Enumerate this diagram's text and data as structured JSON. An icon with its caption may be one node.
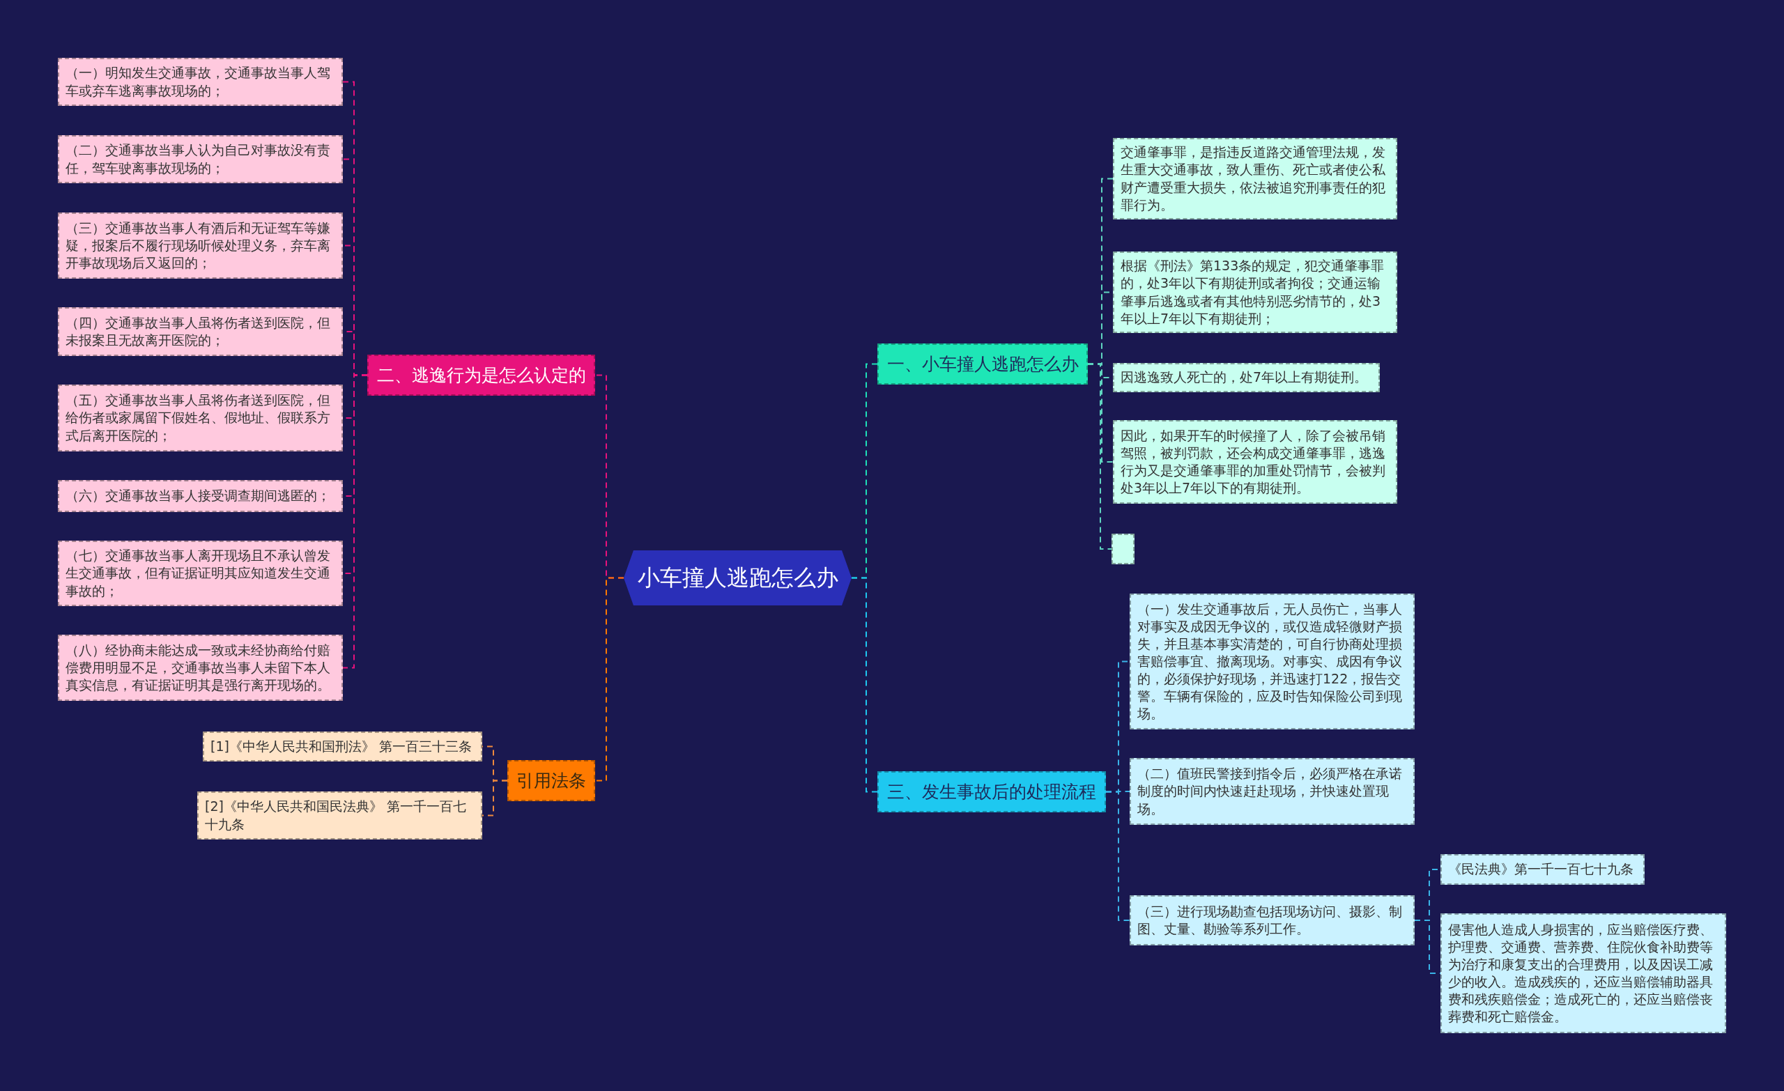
{
  "diagram": {
    "nodes": [
      {
        "text": [
          "小车撞人逃跑怎么办"
        ]
      },
      {
        "text": [
          "二、逃逸行为是怎么认定的"
        ]
      },
      {
        "text": [
          "（一）明知发生交通事故，交通事故当事人驾车或弃车逃离事故现场的；"
        ]
      },
      {
        "text": [
          "（二）交通事故当事人认为自己对事故没有责任，驾车驶离事故现场的；"
        ]
      },
      {
        "text": [
          "（三）交通事故当事人有酒后和无证驾车等嫌疑，报案后不履行现场听候处理义务，弃车离开事故现场后又返回的；"
        ]
      },
      {
        "text": [
          "（四）交通事故当事人虽将伤者送到医院，但未报案且无故离开医院的；"
        ]
      },
      {
        "text": [
          "（五）交通事故当事人虽将伤者送到医院，但给伤者或家属留下假姓名、假地址、假联系方式后离开医院的；"
        ]
      },
      {
        "text": [
          "（六）交通事故当事人接受调查期间逃匿的；"
        ]
      },
      {
        "text": [
          "（七）交通事故当事人离开现场且不承认曾发生交通事故，但有证据证明其应知道发生交通事故的；"
        ]
      },
      {
        "text": [
          "（八）经协商未能达成一致或未经协商给付赔偿费用明显不足，交通事故当事人未留下本人真实信息，有证据证明其是强行离开现场的。"
        ]
      },
      {
        "text": [
          "引用法条"
        ]
      },
      {
        "text": [
          "[1]《中华人民共和国刑法》 第一百三十三条"
        ]
      },
      {
        "text": [
          "[2]《中华人民共和国民法典》 第一千一百七十九条"
        ]
      },
      {
        "text": [
          "一、小车撞人逃跑怎么办"
        ]
      },
      {
        "text": [
          "交通肇事罪，是指违反道路交通管理法规，发生重大交通事故，致人重伤、死亡或者使公私财产遭受重大损失，依法被追究刑事责任的犯罪行为。"
        ]
      },
      {
        "text": [
          "根据《刑法》第133条的规定，犯交通肇事罪的，处3年以下有期徒刑或者拘役；交通运输肇事后逃逸或者有其他特别恶劣情节的，处3年以上7年以下有期徒刑；"
        ]
      },
      {
        "text": [
          "因逃逸致人死亡的，处7年以上有期徒刑。"
        ]
      },
      {
        "text": [
          "因此，如果开车的时候撞了人，除了会被吊销驾照，被判罚款，还会构成交通肇事罪，逃逸行为又是交通肇事罪的加重处罚情节，会被判处3年以上7年以下的有期徒刑。"
        ]
      },
      {
        "text": [],
        "shape": "box"
      },
      {
        "text": [
          "三、发生事故后的处理流程"
        ]
      },
      {
        "text": [
          "（一）发生交通事故后，无人员伤亡，当事人对事实及成因无争议的，或仅造成轻微财产损失，并且基本事实清楚的，可自行协商处理损害赔偿事宜、撤离现场。对事实、成因有争议的，必须保护好现场，并迅速打122，报告交警。车辆有保险的，应及时告知保险公司到现场。"
        ]
      },
      {
        "text": [
          "（二）值班民警接到指令后，必须严格在承诺制度的时间内快速赶赴现场，并快速处置现场。"
        ]
      },
      {
        "text": [
          "（三）进行现场勘查包括现场访问、摄影、制图、丈量、勘验等系列工作。"
        ]
      },
      {
        "text": [
          "《民法典》第一千一百七十九条"
        ]
      },
      {
        "text": [
          "侵害他人造成人身损害的，应当赔偿医疗费、护理费、交通费、营养费、住院伙食补助费等为治疗和康复支出的合理费用，以及因误工减少的收入。造成残疾的，还应当赔偿辅助器具费和残疾赔偿金；造成死亡的，还应当赔偿丧葬费和死亡赔偿金。"
        ]
      }
    ],
    "edges": [
      {
        "from": 0,
        "to": 1,
        "arrow": "none",
        "style": "dashed",
        "color": "#e8127c"
      },
      {
        "from": 1,
        "to": 2,
        "arrow": "none",
        "style": "dashed",
        "color": "#e8127c"
      },
      {
        "from": 1,
        "to": 3,
        "arrow": "none",
        "style": "dashed",
        "color": "#e8127c"
      },
      {
        "from": 1,
        "to": 4,
        "arrow": "none",
        "style": "dashed",
        "color": "#e8127c"
      },
      {
        "from": 1,
        "to": 5,
        "arrow": "none",
        "style": "dashed",
        "color": "#e8127c"
      },
      {
        "from": 1,
        "to": 6,
        "arrow": "none",
        "style": "dashed",
        "color": "#e8127c"
      },
      {
        "from": 1,
        "to": 7,
        "arrow": "none",
        "style": "dashed",
        "color": "#e8127c"
      },
      {
        "from": 1,
        "to": 8,
        "arrow": "none",
        "style": "dashed",
        "color": "#e8127c"
      },
      {
        "from": 1,
        "to": 9,
        "arrow": "none",
        "style": "dashed",
        "color": "#e8127c"
      },
      {
        "from": 0,
        "to": 10,
        "arrow": "none",
        "style": "dashed",
        "color": "#ff7a00"
      },
      {
        "from": 10,
        "to": 11,
        "arrow": "none",
        "style": "dashed",
        "color": "#f08a3c"
      },
      {
        "from": 10,
        "to": 12,
        "arrow": "none",
        "style": "dashed",
        "color": "#f08a3c"
      },
      {
        "from": 0,
        "to": 13,
        "arrow": "none",
        "style": "dashed",
        "color": "#1ee0b8"
      },
      {
        "from": 13,
        "to": 14,
        "arrow": "none",
        "style": "dashed",
        "color": "#5fd6c0"
      },
      {
        "from": 13,
        "to": 15,
        "arrow": "none",
        "style": "dashed",
        "color": "#5fd6c0"
      },
      {
        "from": 13,
        "to": 16,
        "arrow": "none",
        "style": "dashed",
        "color": "#5fd6c0"
      },
      {
        "from": 13,
        "to": 17,
        "arrow": "none",
        "style": "dashed",
        "color": "#5fd6c0"
      },
      {
        "from": 13,
        "to": 18,
        "arrow": "none",
        "style": "dashed",
        "color": "#5fd6c0"
      },
      {
        "from": 0,
        "to": 19,
        "arrow": "none",
        "style": "dashed",
        "color": "#1ec8f0"
      },
      {
        "from": 19,
        "to": 20,
        "arrow": "none",
        "style": "dashed",
        "color": "#3ab4e8"
      },
      {
        "from": 19,
        "to": 21,
        "arrow": "none",
        "style": "dashed",
        "color": "#3ab4e8"
      },
      {
        "from": 19,
        "to": 22,
        "arrow": "none",
        "style": "dashed",
        "color": "#3ab4e8"
      },
      {
        "from": 22,
        "to": 23,
        "arrow": "none",
        "style": "dashed",
        "color": "#3ab4e8"
      },
      {
        "from": 22,
        "to": 24,
        "arrow": "none",
        "style": "dashed",
        "color": "#3ab4e8"
      }
    ]
  }
}
